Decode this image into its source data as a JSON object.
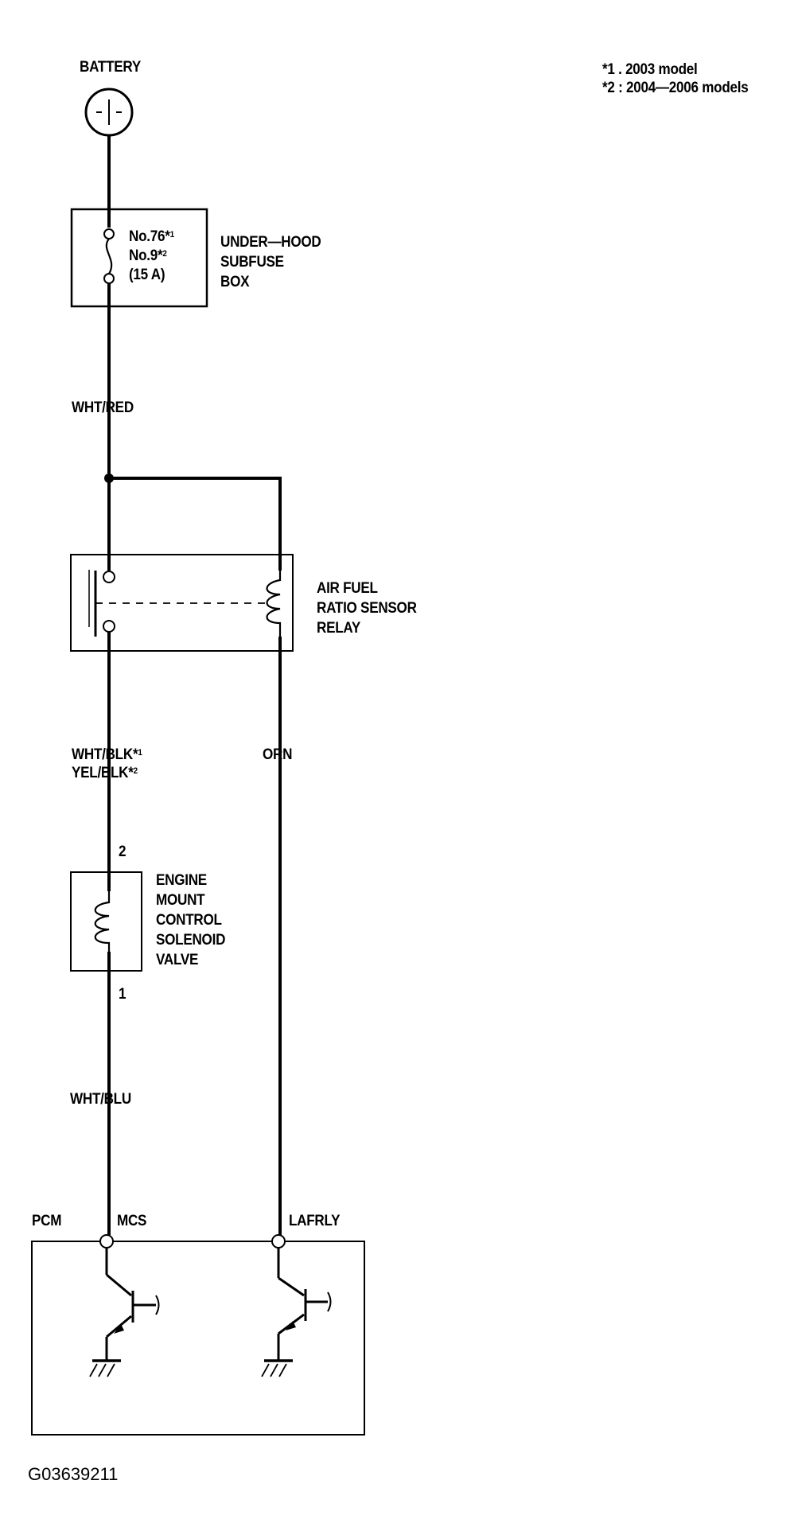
{
  "notes": {
    "note1": "*1 . 2003 model",
    "note2": "*2 : 2004—2006 models"
  },
  "battery": {
    "label": "BATTERY",
    "symbol": "+"
  },
  "fuse_box": {
    "fuse_no1": "No.76*",
    "fuse_no1_sup": "1",
    "fuse_no2": "No.9*",
    "fuse_no2_sup": "2",
    "rating": "(15 A)",
    "name_lines": [
      "UNDER—HOOD",
      "SUBFUSE",
      "BOX"
    ]
  },
  "wires": {
    "battery_feed": "WHT/RED",
    "solenoid_feed_1": "WHT/BLK*",
    "solenoid_feed_1_sup": "1",
    "solenoid_feed_2": "YEL/BLK*",
    "solenoid_feed_2_sup": "2",
    "relay_control": "ORN",
    "solenoid_out": "WHT/BLU"
  },
  "relay": {
    "name_lines": [
      "AIR FUEL",
      "RATIO SENSOR",
      "RELAY"
    ]
  },
  "solenoid": {
    "pin_top": "2",
    "pin_bottom": "1",
    "name_lines": [
      "ENGINE",
      "MOUNT",
      "CONTROL",
      "SOLENOID",
      "VALVE"
    ]
  },
  "pcm": {
    "label": "PCM",
    "terminal_1": "MCS",
    "terminal_2": "LAFRLY"
  },
  "figure_code": "G03639211"
}
